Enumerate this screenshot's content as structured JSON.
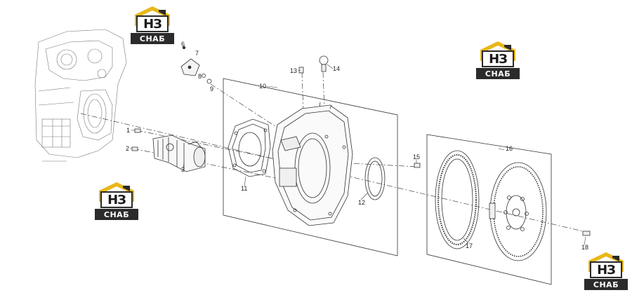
{
  "callouts": [
    "1",
    "2",
    "3",
    "6",
    "7",
    "8",
    "9",
    "10",
    "11",
    "12",
    "13",
    "14",
    "15",
    "16",
    "17",
    "18"
  ],
  "logo": {
    "mark": "НЗ",
    "sub": "СНАБ",
    "colors": {
      "roof": "#e8b71a",
      "dark": "#2b2b2b"
    }
  },
  "colors": {
    "line": "#222222",
    "panel_border": "#333333"
  }
}
